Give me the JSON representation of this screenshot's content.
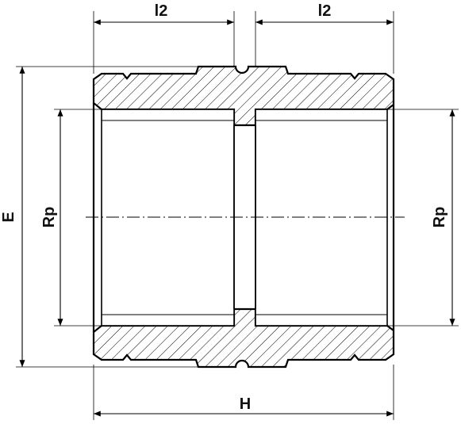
{
  "labels": {
    "l2_left": "l2",
    "l2_right": "l2",
    "E": "E",
    "Rp_left": "Rp",
    "Rp_right": "Rp",
    "H": "H"
  }
}
